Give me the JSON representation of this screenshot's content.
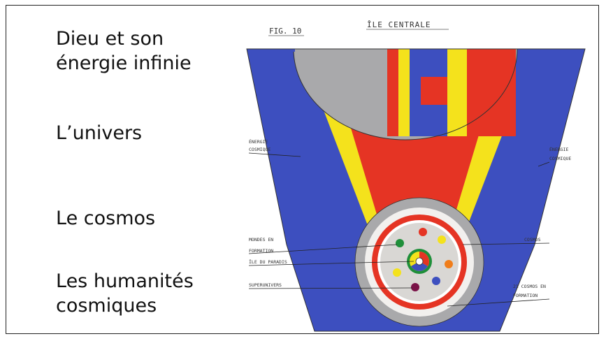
{
  "labels": {
    "god": [
      "Dieu et son",
      "énergie infinie"
    ],
    "universe": "L’univers",
    "cosmos": "Le cosmos",
    "humanities": [
      "Les humanités",
      "cosmiques"
    ]
  },
  "drawing": {
    "fig_number": "FIG. 10",
    "title": "ÎLE CENTRALE",
    "annotations": {
      "energy_left": [
        "ÉNERGIE",
        "COSMIQUE"
      ],
      "energy_right": [
        "ÉNERGIE",
        "COSMIQUE"
      ],
      "worlds_forming": [
        "MONDES EN",
        "FORMATION"
      ],
      "paradise_isle": "ÎLE DU PARADIS",
      "superuniverse": "SUPERUNIVERS",
      "cosmos": "COSMOS",
      "cosmos_forming": [
        "21 COSMOS EN",
        "FORMATION"
      ]
    },
    "colors": {
      "blue": "#3d4fbf",
      "red": "#e53424",
      "yellow": "#f4e21c",
      "gray": "#a9a9ab",
      "light": "#d9d7d4"
    }
  }
}
